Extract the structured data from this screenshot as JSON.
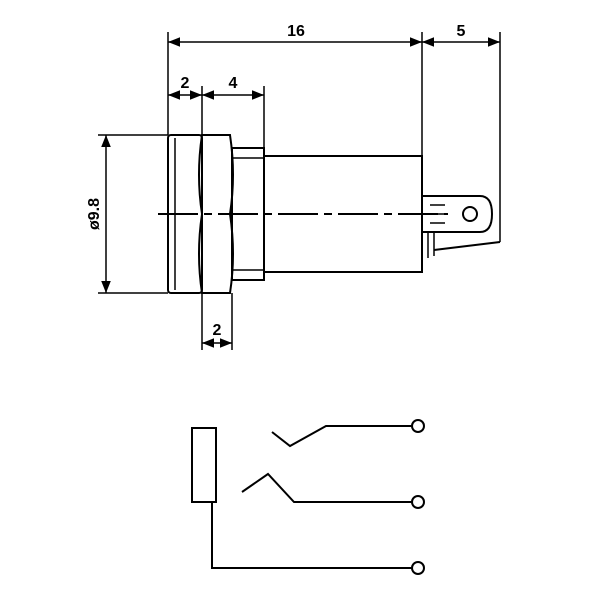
{
  "dimensions": {
    "length_body": "16",
    "length_terminal": "5",
    "flange": "2",
    "nut": "4",
    "diameter": "ø9.8",
    "nut_bottom": "2"
  }
}
